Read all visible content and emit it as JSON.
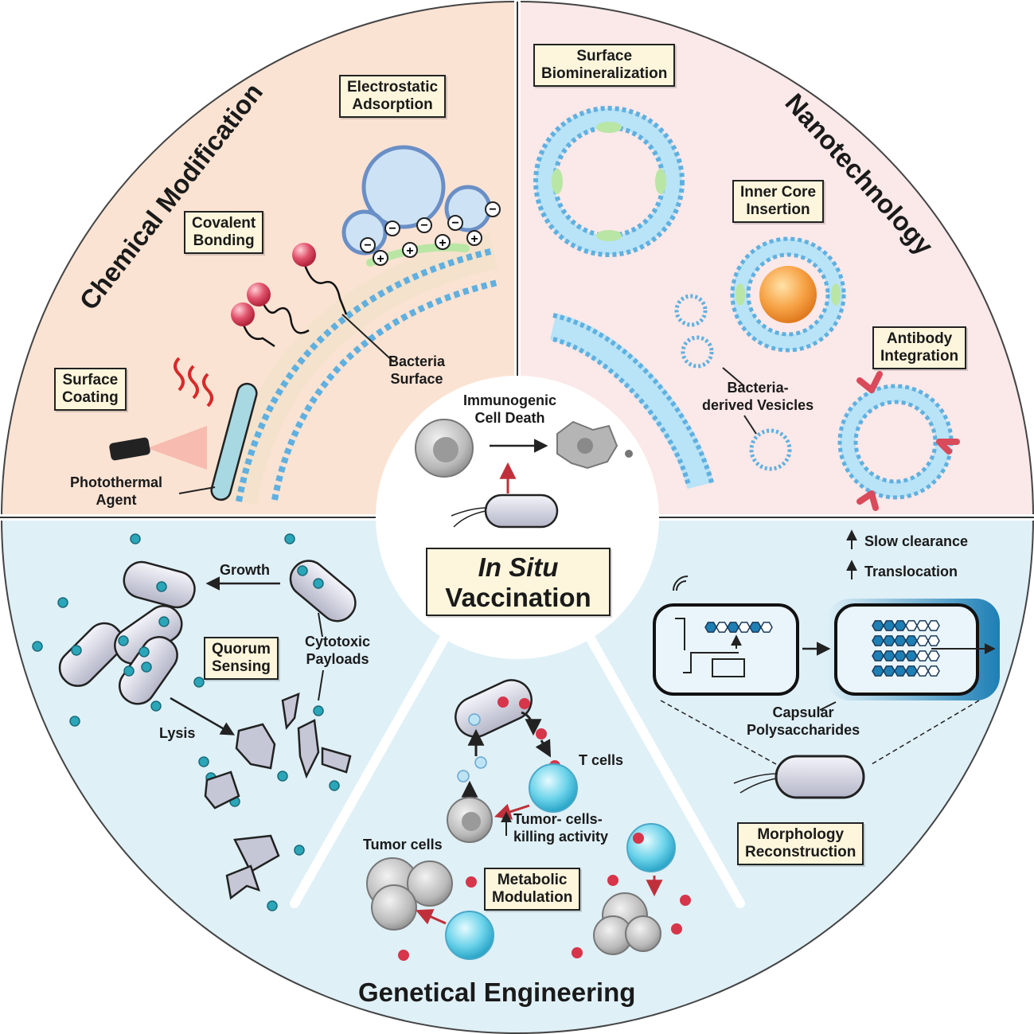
{
  "center": {
    "title_line1": "In Situ",
    "title_line2": "Vaccination",
    "icd_line1": "Immunogenic",
    "icd_line2": "Cell Death"
  },
  "quadrants": {
    "chemical": {
      "title": "Chemical Modification",
      "electrostatic": [
        "Electrostatic",
        "Adsorption"
      ],
      "covalent": [
        "Covalent",
        "Bonding"
      ],
      "coating": [
        "Surface",
        "Coating"
      ],
      "bacteria_surface": [
        "Bacteria",
        "Surface"
      ],
      "photothermal": [
        "Photothermal",
        "Agent"
      ]
    },
    "nano": {
      "title": "Nanotechnology",
      "biomineral": [
        "Surface",
        "Biomineralization"
      ],
      "inner_core": [
        "Inner Core",
        "Insertion"
      ],
      "antibody": [
        "Antibody",
        "Integration"
      ],
      "vesicles": [
        "Bacteria-",
        "derived Vesicles"
      ]
    },
    "quorum": {
      "growth": "Growth",
      "quorum": [
        "Quorum",
        "Sensing"
      ],
      "cytotoxic": [
        "Cytotoxic",
        "Payloads"
      ],
      "lysis": "Lysis"
    },
    "genetic": {
      "title": "Genetical Engineering",
      "t_cells": "T cells",
      "tumor_killing": [
        "Tumor- cells-",
        "killing activity"
      ],
      "tumor_cells": "Tumor cells",
      "metabolic": [
        "Metabolic",
        "Modulation"
      ]
    },
    "morph": {
      "slow_clearance": "Slow clearance",
      "translocation": "Translocation",
      "capsular": [
        "Capsular",
        "Polysaccharides"
      ],
      "morphology": [
        "Morphology",
        "Reconstruction"
      ]
    }
  },
  "colors": {
    "chemical_bg": "#fbe3d3",
    "nano_bg": "#fbe8e8",
    "bottom_bg": "#dff0f7",
    "center_bg": "#ffffff",
    "box_fill": "#fdf6dc",
    "membrane_head": "#5fb0e0",
    "bead_red": "#d6354a",
    "dot_teal": "#2aa6b8"
  }
}
